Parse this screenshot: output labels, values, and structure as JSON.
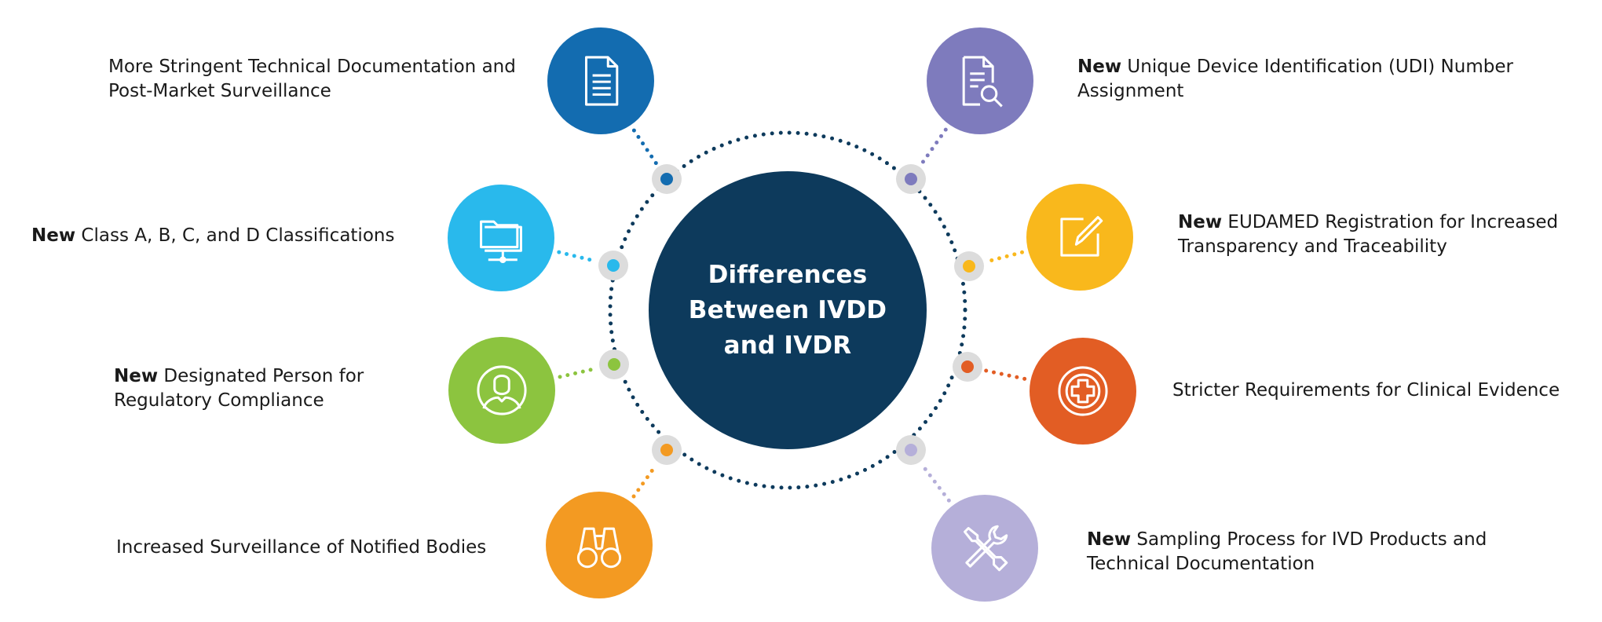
{
  "title": "Differences Between IVDD and IVDR",
  "colors": {
    "center": "#0d3a5c",
    "ring_dots": "#0d3a5c",
    "node_ring": "#dcdcdc"
  },
  "items": [
    {
      "id": "technical-documentation",
      "prefix": "",
      "text": "More Stringent Technical Documentation and Post-Market Surveillance",
      "icon": "document-icon",
      "color": "#136cb0"
    },
    {
      "id": "classifications",
      "prefix": "New",
      "text": "Class A, B, C, and D Classifications",
      "icon": "folder-network-icon",
      "color": "#29b9ec"
    },
    {
      "id": "designated-person",
      "prefix": "New",
      "text": "Designated Person for Regulatory Compliance",
      "icon": "person-icon",
      "color": "#8cc43f"
    },
    {
      "id": "notified-bodies",
      "prefix": "",
      "text": "Increased Surveillance of Notified Bodies",
      "icon": "binoculars-icon",
      "color": "#f39a22"
    },
    {
      "id": "udi",
      "prefix": "New",
      "text": "Unique Device Identification (UDI) Number Assignment",
      "icon": "document-search-icon",
      "color": "#7e7bbd"
    },
    {
      "id": "eudamed",
      "prefix": "New",
      "text": "EUDAMED Registration for Increased Transparency and Traceability",
      "icon": "edit-icon",
      "color": "#f9b81c"
    },
    {
      "id": "clinical-evidence",
      "prefix": "",
      "text": "Stricter Requirements for Clinical Evidence",
      "icon": "medical-cross-icon",
      "color": "#e25d24"
    },
    {
      "id": "sampling",
      "prefix": "New",
      "text": "Sampling Process for IVD Products and Technical Documentation",
      "icon": "tools-icon",
      "color": "#b5afd9"
    }
  ]
}
